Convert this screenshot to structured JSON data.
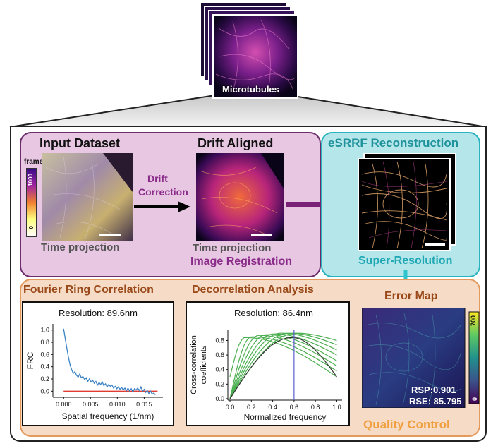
{
  "top": {
    "stack_label": "Microtubules"
  },
  "panel_purple": {
    "input_title": "Input Dataset",
    "aligned_title": "Drift Aligned",
    "colorbar_title": "frame",
    "colorbar_max": "1000",
    "colorbar_min": "0",
    "arrow_label_line1": "Drift",
    "arrow_label_line2": "Correction",
    "input_caption": "Time projection",
    "aligned_caption": "Time projection",
    "section_label": "Image Registration"
  },
  "panel_cyan": {
    "title": "eSRRF Reconstruction",
    "section_label": "Super-Resolution"
  },
  "panel_orange": {
    "frc_title": "Fourier Ring Correlation",
    "decorr_title": "Decorrelation Analysis",
    "error_title": "Error Map",
    "section_label": "Quality Control",
    "error_colorbar_max": "700",
    "error_colorbar_min": "0",
    "rsp": "RSP:0.901",
    "rse": "RSE: 85.795"
  },
  "colors": {
    "purple_fill": "#e8c7e3",
    "purple_border": "#6b2d6b",
    "cyan_fill": "#b5e6ea",
    "cyan_border": "#2ab4c0",
    "orange_fill": "#f6dcc6",
    "orange_border": "#e39a5c",
    "frc_line": "#3b82c4",
    "threshold_line": "#e03c31",
    "curve_green": "#4caf50",
    "marker_line": "#5b5fd0"
  },
  "chart_data": [
    {
      "type": "line",
      "title": "Resolution: 89.6nm",
      "xlabel": "Spatial frequency (1/nm)",
      "ylabel": "FRC",
      "xlim": [
        -0.002,
        0.0185
      ],
      "ylim": [
        -0.1,
        1.1
      ],
      "xticks": [
        "0.000",
        "0.005",
        "0.010",
        "0.015"
      ],
      "yticks": [
        "0.0",
        "0.2",
        "0.4",
        "0.6",
        "0.8",
        "1.0"
      ],
      "series": [
        {
          "x": [
            0.0,
            0.0003,
            0.0006,
            0.0009,
            0.0012,
            0.0015,
            0.0018,
            0.0021,
            0.0024,
            0.0027,
            0.003,
            0.0033,
            0.0036,
            0.0039,
            0.0042,
            0.0045,
            0.0048,
            0.0051,
            0.0054,
            0.0057,
            0.006,
            0.0063,
            0.0066,
            0.0069,
            0.0072,
            0.0075,
            0.0078,
            0.0081,
            0.0084,
            0.0087,
            0.009,
            0.0093,
            0.0096,
            0.0099,
            0.0102,
            0.0105,
            0.0108,
            0.0111,
            0.0114,
            0.0117,
            0.012,
            0.0123,
            0.0126,
            0.0129,
            0.0132,
            0.0135,
            0.0138,
            0.0141,
            0.0144,
            0.0147,
            0.015,
            0.0153,
            0.0156,
            0.0159,
            0.0162,
            0.0165,
            0.0168,
            0.0171
          ],
          "y": [
            1.02,
            0.86,
            0.7,
            0.55,
            0.43,
            0.35,
            0.29,
            0.32,
            0.26,
            0.23,
            0.28,
            0.22,
            0.24,
            0.19,
            0.22,
            0.16,
            0.2,
            0.15,
            0.18,
            0.13,
            0.16,
            0.1,
            0.14,
            0.11,
            0.15,
            0.09,
            0.12,
            0.07,
            0.11,
            0.08,
            0.1,
            0.05,
            0.08,
            0.04,
            0.07,
            0.03,
            0.06,
            0.02,
            0.05,
            0.01,
            0.05,
            0.0,
            0.04,
            -0.01,
            0.04,
            0.02,
            0.05,
            0.01,
            0.07,
            0.0,
            0.03,
            -0.02,
            0.01,
            -0.04,
            0.0,
            -0.05,
            -0.03,
            -0.06
          ]
        },
        {
          "x": [
            0.0,
            0.0175
          ],
          "y": [
            0.0,
            0.0
          ]
        }
      ]
    },
    {
      "type": "line",
      "title": "Resolution: 86.4nm",
      "xlabel": "Normalized frequency",
      "ylabel": "Cross-correlation coefficients",
      "xlim": [
        -0.02,
        1.05
      ],
      "ylim": [
        -0.02,
        0.95
      ],
      "xticks": [
        "0.0",
        "0.2",
        "0.4",
        "0.6",
        "0.8",
        "1.0"
      ],
      "yticks": [
        "0.0",
        "0.2",
        "0.4",
        "0.6",
        "0.8"
      ],
      "marker_x": 0.6,
      "curves": [
        {
          "peak_x": 0.14,
          "peak_y": 0.84,
          "end_y": 0.3,
          "start_y": 0.3
        },
        {
          "peak_x": 0.2,
          "peak_y": 0.85,
          "end_y": 0.38,
          "start_y": 0.0
        },
        {
          "peak_x": 0.27,
          "peak_y": 0.87,
          "end_y": 0.45,
          "start_y": 0.0
        },
        {
          "peak_x": 0.34,
          "peak_y": 0.88,
          "end_y": 0.52,
          "start_y": 0.0
        },
        {
          "peak_x": 0.41,
          "peak_y": 0.89,
          "end_y": 0.6,
          "start_y": 0.0
        },
        {
          "peak_x": 0.48,
          "peak_y": 0.9,
          "end_y": 0.67,
          "start_y": 0.0
        },
        {
          "peak_x": 0.55,
          "peak_y": 0.9,
          "end_y": 0.74,
          "start_y": 0.0
        },
        {
          "peak_x": 0.62,
          "peak_y": 0.9,
          "end_y": 0.8,
          "start_y": 0.0
        },
        {
          "peak_x": 0.58,
          "peak_y": 0.84,
          "end_y": 0.3,
          "start_y": 0.0
        }
      ]
    }
  ]
}
